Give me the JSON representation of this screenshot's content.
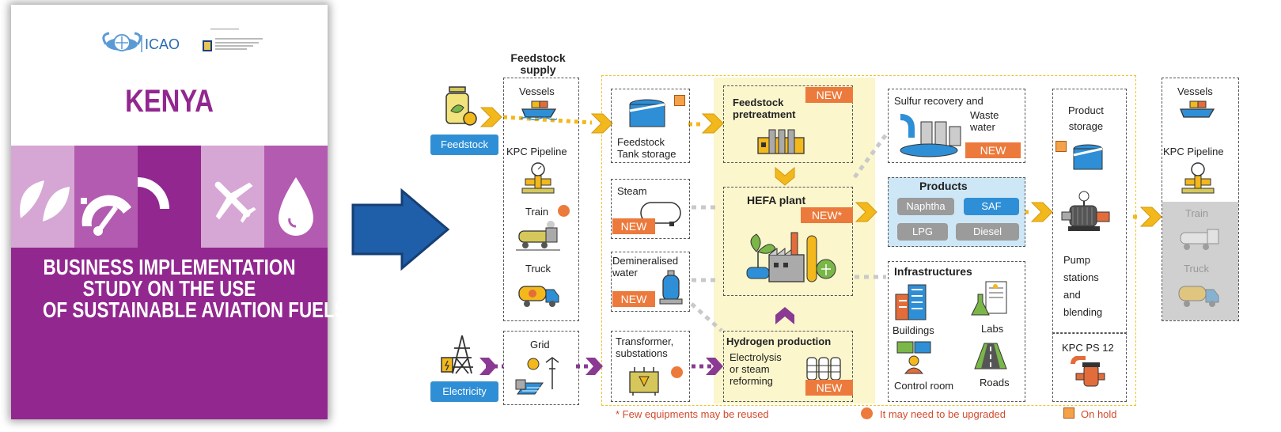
{
  "cover": {
    "logo_org": "ICAO",
    "country": "KENYA",
    "study_title": [
      "BUSINESS IMPLEMENTATION",
      "STUDY ON THE USE",
      "OF SUSTAINABLE AVIATION FUELS"
    ],
    "theme_color": "#92278f",
    "icons": [
      "leaf-icon",
      "gauge-icon",
      "airplane-icon",
      "drop-icon"
    ]
  },
  "arrow_color": "#1f5ea8",
  "diagram": {
    "inputs": {
      "feedstock": "Feedstock",
      "electricity": "Electricity"
    },
    "supply": {
      "title": "Feedstock\nsupply",
      "vessels": "Vessels",
      "pipeline": "KPC Pipeline",
      "train": "Train",
      "truck": "Truck",
      "grid": "Grid"
    },
    "plant": {
      "tank_storage": "Feedstock\nTank storage",
      "steam": "Steam",
      "demin_water": "Demineralised\nwater",
      "transformer": "Transformer,\nsubstations",
      "pretreatment": "Feedstock\npretreatment",
      "hefa": "HEFA plant",
      "hydrogen": "Hydrogen production",
      "hydrogen_sub": "Electrolysis\nor steam\nreforming",
      "sulfur": "Sulfur recovery and",
      "waste": "Waste\nwater",
      "products_title": "Products",
      "products": [
        "Naphtha",
        "SAF",
        "LPG",
        "Diesel"
      ],
      "infra_title": "Infrastructures",
      "infra": [
        "Buildings",
        "Labs",
        "Control room",
        "Roads"
      ],
      "product_storage": "Product\nstorage",
      "pump": "Pump\nstations\nand\nblending",
      "kpc_ps": "KPC PS 12"
    },
    "tags": {
      "new": "NEW",
      "new_star": "NEW*"
    },
    "outputs": {
      "vessels": "Vessels",
      "pipeline": "KPC Pipeline",
      "train": "Train",
      "truck": "Truck"
    },
    "legend": {
      "reused": "* Few equipments may be reused",
      "upgrade": "It may need to be upgraded",
      "hold": "On hold"
    },
    "colors": {
      "new_tag": "#ec7a3c",
      "product_saf": "#2e8fd6",
      "product_other": "#9b9b9b",
      "yellow_zone": "#fbf6cc",
      "feed_arrow": "#f2b81c",
      "power_arrow": "#8a3a93"
    }
  }
}
